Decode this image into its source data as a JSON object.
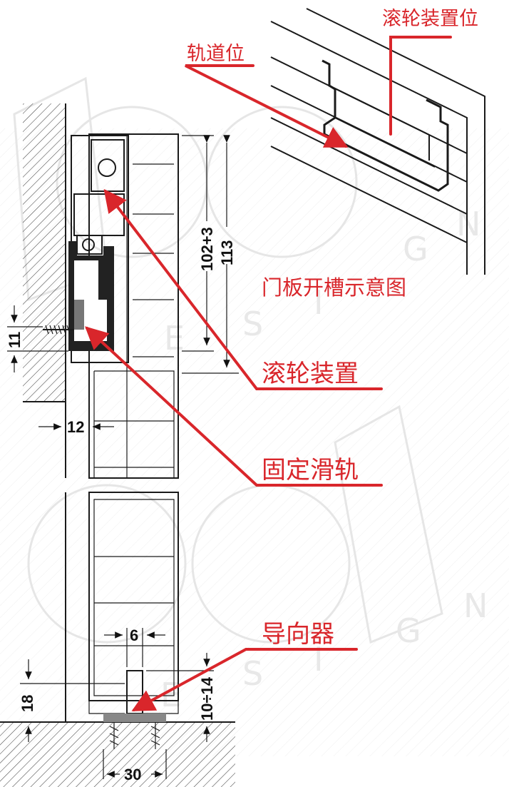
{
  "labels": {
    "roller_position": "滚轮装置位",
    "track_position": "轨道位",
    "groove_diagram": "门板开槽示意图",
    "roller_device": "滚轮装置",
    "fixed_rail": "固定滑轨",
    "guide": "导向器"
  },
  "dimensions": {
    "d_102": "102+3",
    "d_113": "113",
    "d_11": "11",
    "d_12": "12",
    "d_6": "6",
    "d_18": "18",
    "d_10_14": "10÷14",
    "d_30": "30"
  },
  "colors": {
    "accent": "#d9262b",
    "line": "#1a1a1a",
    "rail": "#222222"
  }
}
